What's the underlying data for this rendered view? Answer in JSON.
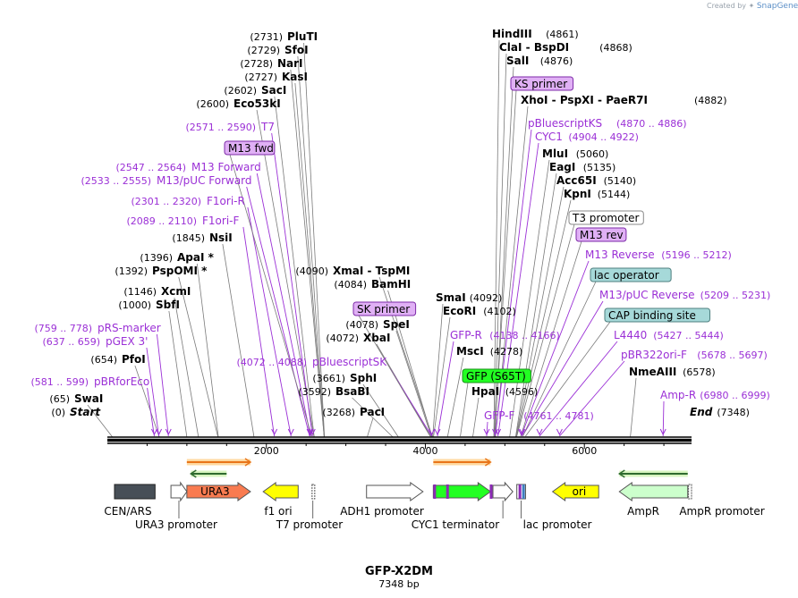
{
  "credit": {
    "prefix": "Created by",
    "brand": "SnapGene"
  },
  "title": "GFP-X2DM",
  "subtitle": "7348 bp",
  "length": 7348,
  "ticks": [
    "2000",
    "4000",
    "6000"
  ],
  "sites": [
    {
      "pos": 2731,
      "name": "PluTI",
      "coord": "(2731)"
    },
    {
      "pos": 2729,
      "name": "SfoI",
      "coord": "(2729)"
    },
    {
      "pos": 2728,
      "name": "NarI",
      "coord": "(2728)"
    },
    {
      "pos": 2727,
      "name": "KasI",
      "coord": "(2727)"
    },
    {
      "pos": 2602,
      "name": "SacI",
      "coord": "(2602)"
    },
    {
      "pos": 2600,
      "name": "Eco53kI",
      "coord": "(2600)"
    },
    {
      "pos": 1845,
      "name": "NsiI",
      "coord": "(1845)"
    },
    {
      "pos": 1396,
      "name": "ApaI *",
      "coord": "(1396)"
    },
    {
      "pos": 1392,
      "name": "PspOMI *",
      "coord": "(1392)"
    },
    {
      "pos": 1146,
      "name": "XcmI",
      "coord": "(1146)"
    },
    {
      "pos": 1000,
      "name": "SbfI",
      "coord": "(1000)"
    },
    {
      "pos": 654,
      "name": "PfoI",
      "coord": "(654)"
    },
    {
      "pos": 65,
      "name": "SwaI",
      "coord": "(65)"
    },
    {
      "pos": 0,
      "name": "Start",
      "coord": "(0)"
    },
    {
      "pos": 4090,
      "name": "XmaI  -  TspMI",
      "coord": "(4090)"
    },
    {
      "pos": 4084,
      "name": "BamHI",
      "coord": "(4084)"
    },
    {
      "pos": 4078,
      "name": "SpeI",
      "coord": "(4078)"
    },
    {
      "pos": 4072,
      "name": "XbaI",
      "coord": "(4072)"
    },
    {
      "pos": 3661,
      "name": "SphI",
      "coord": "(3661)"
    },
    {
      "pos": 3592,
      "name": "BsaBI",
      "coord": "(3592)"
    },
    {
      "pos": 3268,
      "name": "PacI",
      "coord": "(3268)"
    },
    {
      "pos": 4092,
      "name": "SmaI",
      "coord": "(4092)"
    },
    {
      "pos": 4102,
      "name": "EcoRI",
      "coord": "(4102)"
    },
    {
      "pos": 4278,
      "name": "MscI",
      "coord": "(4278)"
    },
    {
      "pos": 4596,
      "name": "HpaI",
      "coord": "(4596)"
    },
    {
      "pos": 4861,
      "name": "HindIII",
      "coord": "(4861)"
    },
    {
      "pos": 4868,
      "name": "ClaI  -  BspDI",
      "coord": "(4868)"
    },
    {
      "pos": 4876,
      "name": "SalI",
      "coord": "(4876)"
    },
    {
      "pos": 4882,
      "name": "XhoI  -  PspXI  -  PaeR7I",
      "coord": "(4882)"
    },
    {
      "pos": 5060,
      "name": "MluI",
      "coord": "(5060)"
    },
    {
      "pos": 5135,
      "name": "EagI",
      "coord": "(5135)"
    },
    {
      "pos": 5140,
      "name": "Acc65I",
      "coord": "(5140)"
    },
    {
      "pos": 5144,
      "name": "KpnI",
      "coord": "(5144)"
    },
    {
      "pos": 6578,
      "name": "NmeAIII",
      "coord": "(6578)"
    },
    {
      "pos": 7348,
      "name": "End",
      "coord": "(7348)"
    }
  ],
  "primers": [
    {
      "pos": 2580,
      "name": "T7",
      "coord": "(2571 .. 2590)"
    },
    {
      "pos": 2555,
      "name": "M13 Forward",
      "coord": "(2547 .. 2564)"
    },
    {
      "pos": 2544,
      "name": "M13/pUC Forward",
      "coord": "(2533 .. 2555)"
    },
    {
      "pos": 2310,
      "name": "F1ori-R",
      "coord": "(2301 .. 2320)"
    },
    {
      "pos": 2100,
      "name": "F1ori-F",
      "coord": "(2089 .. 2110)"
    },
    {
      "pos": 768,
      "name": "pRS-marker",
      "coord": "(759 .. 778)"
    },
    {
      "pos": 648,
      "name": "pGEX 3'",
      "coord": "(637 .. 659)"
    },
    {
      "pos": 590,
      "name": "pBRforEco",
      "coord": "(581 .. 599)"
    },
    {
      "pos": 4080,
      "name": "pBluescriptSK",
      "coord": "(4072 .. 4088)"
    },
    {
      "pos": 4152,
      "name": "GFP-R",
      "coord": "(4138 .. 4166)"
    },
    {
      "pos": 4771,
      "name": "GFP-F",
      "coord": "(4761 .. 4781)"
    },
    {
      "pos": 4878,
      "name": "pBluescriptKS",
      "coord": "(4870 .. 4886)"
    },
    {
      "pos": 4913,
      "name": "CYC1",
      "coord": "(4904 .. 4922)"
    },
    {
      "pos": 5204,
      "name": "M13 Reverse",
      "coord": "(5196 .. 5212)"
    },
    {
      "pos": 5220,
      "name": "M13/pUC Reverse",
      "coord": "(5209 .. 5231)"
    },
    {
      "pos": 5435,
      "name": "L4440",
      "coord": "(5427 .. 5444)"
    },
    {
      "pos": 5687,
      "name": "pBR322ori-F",
      "coord": "(5678 .. 5697)"
    },
    {
      "pos": 6990,
      "name": "Amp-R",
      "coord": "(6980 .. 6999)"
    }
  ],
  "boxed_labels": [
    {
      "pos": 2570,
      "name": "M13 fwd",
      "style": "primer"
    },
    {
      "pos": 4060,
      "name": "SK primer",
      "style": "primer"
    },
    {
      "pos": 4870,
      "name": "KS primer",
      "style": "primer"
    },
    {
      "pos": 5150,
      "name": "T3 promoter",
      "style": "plain"
    },
    {
      "pos": 5200,
      "name": "M13 rev",
      "style": "primer"
    },
    {
      "pos": 5225,
      "name": "lac operator",
      "style": "teal"
    },
    {
      "pos": 5260,
      "name": "CAP binding site",
      "style": "teal"
    },
    {
      "pos": 4440,
      "name": "GFP (S65T)",
      "style": "green"
    }
  ],
  "features": [
    {
      "start": 90,
      "end": 600,
      "name": "CEN/ARS",
      "kind": "box",
      "color": "#474f57"
    },
    {
      "start": 800,
      "end": 1000,
      "name": "URA3 promoter",
      "kind": "arrow-right",
      "color": "#ffffff"
    },
    {
      "start": 1000,
      "end": 1800,
      "name": "URA3",
      "kind": "arrow-right",
      "color": "#f97b50",
      "inside": true
    },
    {
      "start": 1960,
      "end": 2400,
      "name": "f1 ori",
      "kind": "arrow-left",
      "color": "#ffff00"
    },
    {
      "start": 2575,
      "end": 2595,
      "name": "T7 promoter",
      "kind": "thin",
      "color": "#ffffff"
    },
    {
      "start": 3260,
      "end": 3970,
      "name": "ADH1 promoter",
      "kind": "arrow-right",
      "color": "#ffffff"
    },
    {
      "start": 4100,
      "end": 4820,
      "name": "",
      "kind": "arrow-right",
      "color": "#22ff22"
    },
    {
      "start": 4850,
      "end": 5100,
      "name": "CYC1 terminator",
      "kind": "arrow-right",
      "color": "#ffffff"
    },
    {
      "start": 5150,
      "end": 5260,
      "name": "lac promoter",
      "kind": "lac",
      "color": "#ffffff"
    },
    {
      "start": 5600,
      "end": 6180,
      "name": "ori",
      "kind": "arrow-left",
      "color": "#ffff00",
      "inside": true
    },
    {
      "start": 6440,
      "end": 7300,
      "name": "AmpR",
      "kind": "arrow-left",
      "color": "#ccffcc"
    },
    {
      "start": 7310,
      "end": 7348,
      "name": "AmpR promoter",
      "kind": "thin",
      "color": "#ffffff"
    }
  ],
  "orf_arrows": [
    {
      "start": 1000,
      "end": 1800,
      "dir": "right"
    },
    {
      "start": 1050,
      "end": 1500,
      "dir": "left"
    },
    {
      "start": 4100,
      "end": 4820,
      "dir": "right"
    },
    {
      "start": 6440,
      "end": 7300,
      "dir": "left"
    }
  ]
}
